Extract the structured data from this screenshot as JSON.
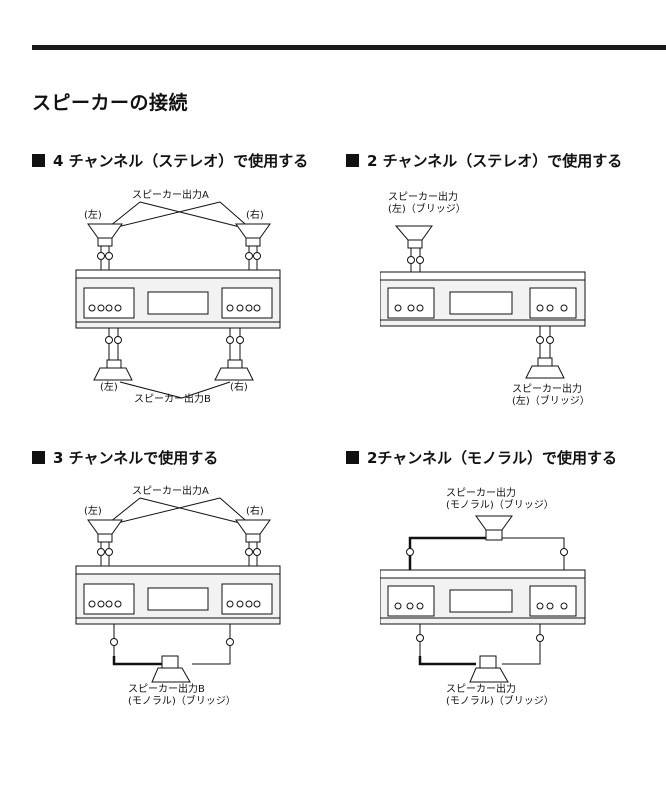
{
  "page_title": "スピーカーの接続",
  "sections": [
    {
      "heading": "4 チャンネル（ステレオ）で使用する",
      "label_top": "スピーカー出力A",
      "label_bottom": "スピーカー出力B",
      "left_tag_top": "(左)",
      "right_tag_top": "(右)",
      "left_tag_bottom": "(左)",
      "right_tag_bottom": "(右)"
    },
    {
      "heading": "2 チャンネル（ステレオ）で使用する",
      "label_top_line1": "スピーカー出力",
      "label_top_line2": "(左)（ブリッジ）",
      "label_bottom_line1": "スピーカー出力",
      "label_bottom_line2": "(左)（ブリッジ）"
    },
    {
      "heading": "3 チャンネルで使用する",
      "label_top": "スピーカー出力A",
      "left_tag_top": "(左)",
      "right_tag_top": "(右)",
      "label_bottom_line1": "スピーカー出力B",
      "label_bottom_line2": "(モノラル)（ブリッジ）"
    },
    {
      "heading": "2チャンネル（モノラル）で使用する",
      "label_top_line1": "スピーカー出力",
      "label_top_line2": "(モノラル)（ブリッジ）",
      "label_bottom_line1": "スピーカー出力",
      "label_bottom_line2": "(モノラル)（ブリッジ）"
    }
  ],
  "icons": {
    "bullet": "black-square-icon",
    "speaker": "speaker-icon",
    "amplifier": "amplifier-panel-icon"
  },
  "colors": {
    "ink": "#111111",
    "panel": "#f2f2f2"
  }
}
